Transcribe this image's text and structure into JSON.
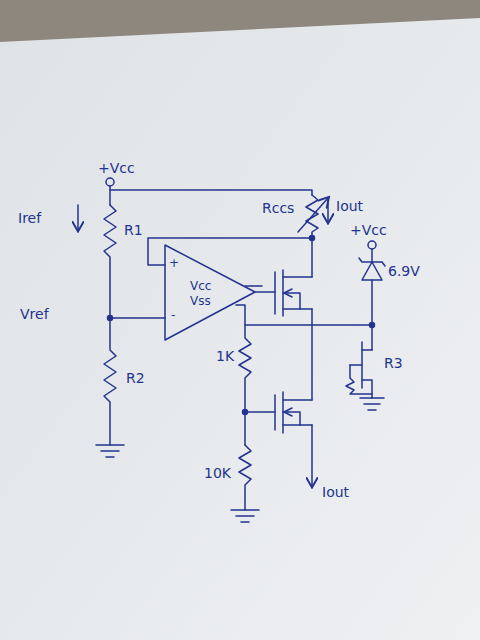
{
  "diagram": {
    "labels": [
      "+Vcc",
      "Iref",
      "R1",
      "Vref",
      "R2",
      "Rccs",
      "Iout",
      "+Vcc",
      "6.9V",
      "R3",
      "1K",
      "10K",
      "Iout",
      "+",
      "-",
      "Vcc",
      "Vss"
    ]
  }
}
